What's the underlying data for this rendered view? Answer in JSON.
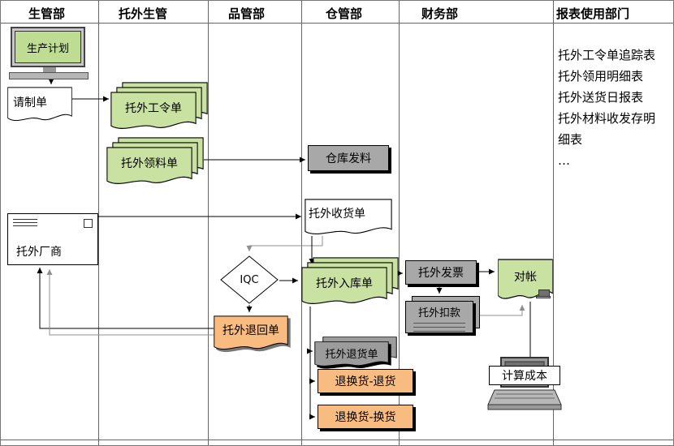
{
  "lanes": [
    {
      "label": "生管部"
    },
    {
      "label": "托外生管"
    },
    {
      "label": "品管部"
    },
    {
      "label": "仓管部"
    },
    {
      "label": "财务部"
    },
    {
      "label": "报表使用部门"
    }
  ],
  "nodes": {
    "production_plan": {
      "label": "生产计划"
    },
    "request_form": {
      "label": "请制单"
    },
    "work_order": {
      "label": "托外工令单"
    },
    "material_requisition": {
      "label": "托外领料单"
    },
    "warehouse_issue": {
      "label": "仓库发料"
    },
    "receiving_note": {
      "label": "托外收货单"
    },
    "vendor": {
      "label": "托外厂商"
    },
    "iqc": {
      "label": "IQC"
    },
    "warehouse_entry": {
      "label": "托外入库单"
    },
    "return_form": {
      "label": "托外退回单"
    },
    "return_goods_note": {
      "label": "托外退货单"
    },
    "exchange_return": {
      "label": "退换货-退货"
    },
    "exchange_replace": {
      "label": "退换货-换货"
    },
    "invoice": {
      "label": "托外发票"
    },
    "deduction": {
      "label": "托外扣款"
    },
    "reconciliation": {
      "label": "对帐"
    },
    "cost_calc": {
      "label": "计算成本"
    }
  },
  "reports": {
    "items": [
      "托外工令单追踪表",
      "托外领用明细表",
      "托外送货日报表",
      "托外材料收发存明细表",
      "…"
    ]
  },
  "colors": {
    "paper_green": "#c9e2a1",
    "paper_orange": "#f8bb80",
    "box_gray": "#a8a8a8",
    "sheet_gray": "#9c9c9c",
    "screen_green": "#bedd92"
  }
}
